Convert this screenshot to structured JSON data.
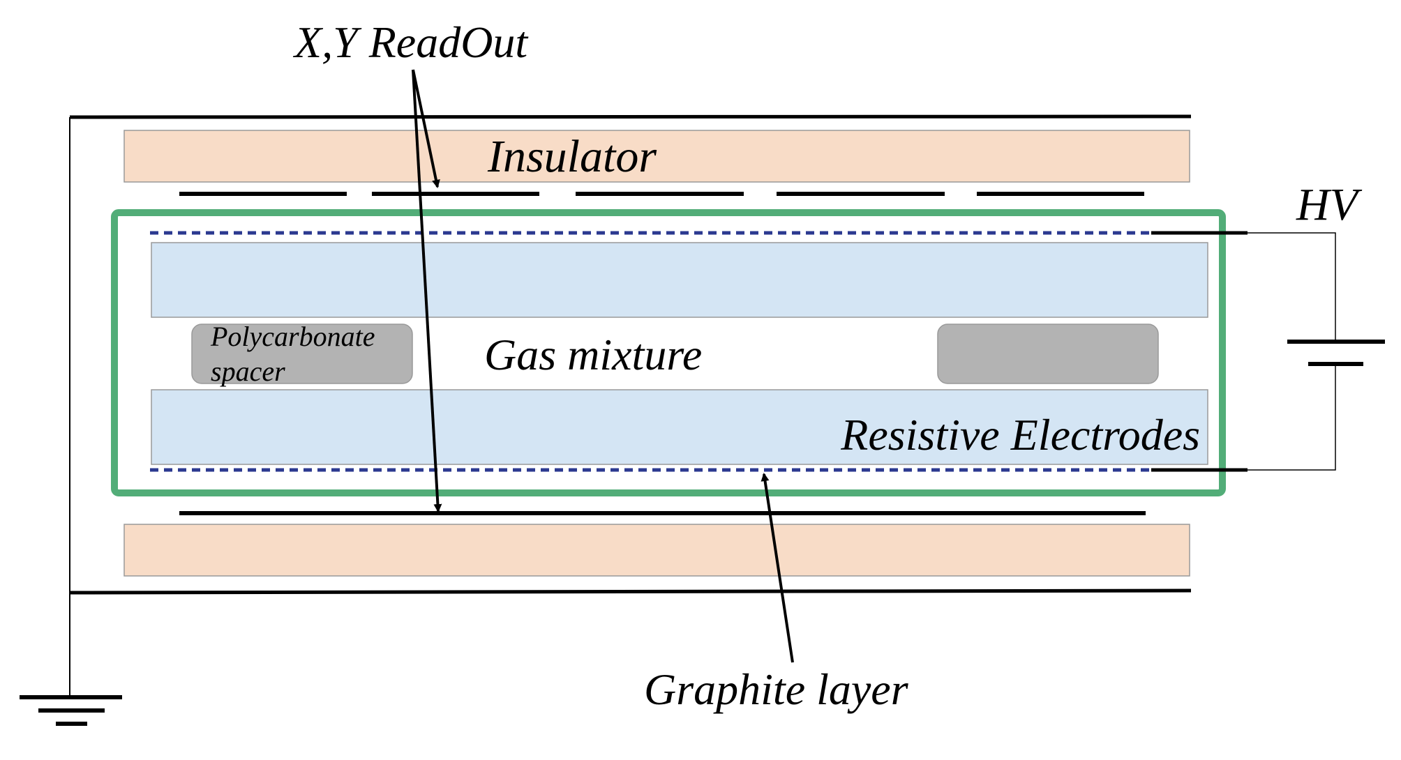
{
  "labels": {
    "readout": "X,Y ReadOut",
    "insulator": "Insulator",
    "hv": "HV",
    "spacer_line1": "Polycarbonate",
    "spacer_line2": "spacer",
    "gas": "Gas mixture",
    "electrodes": "Resistive Electrodes",
    "graphite": "Graphite layer"
  },
  "colors": {
    "insulator_fill": "#f8dcc7",
    "electrode_fill": "#d4e5f4",
    "spacer_fill": "#b3b3b3",
    "gas_gap_border": "#52ad78",
    "graphite_dash": "#2b3990",
    "line": "#000000"
  },
  "icons": {
    "ground": "ground-symbol-icon",
    "battery": "battery-symbol-icon"
  }
}
